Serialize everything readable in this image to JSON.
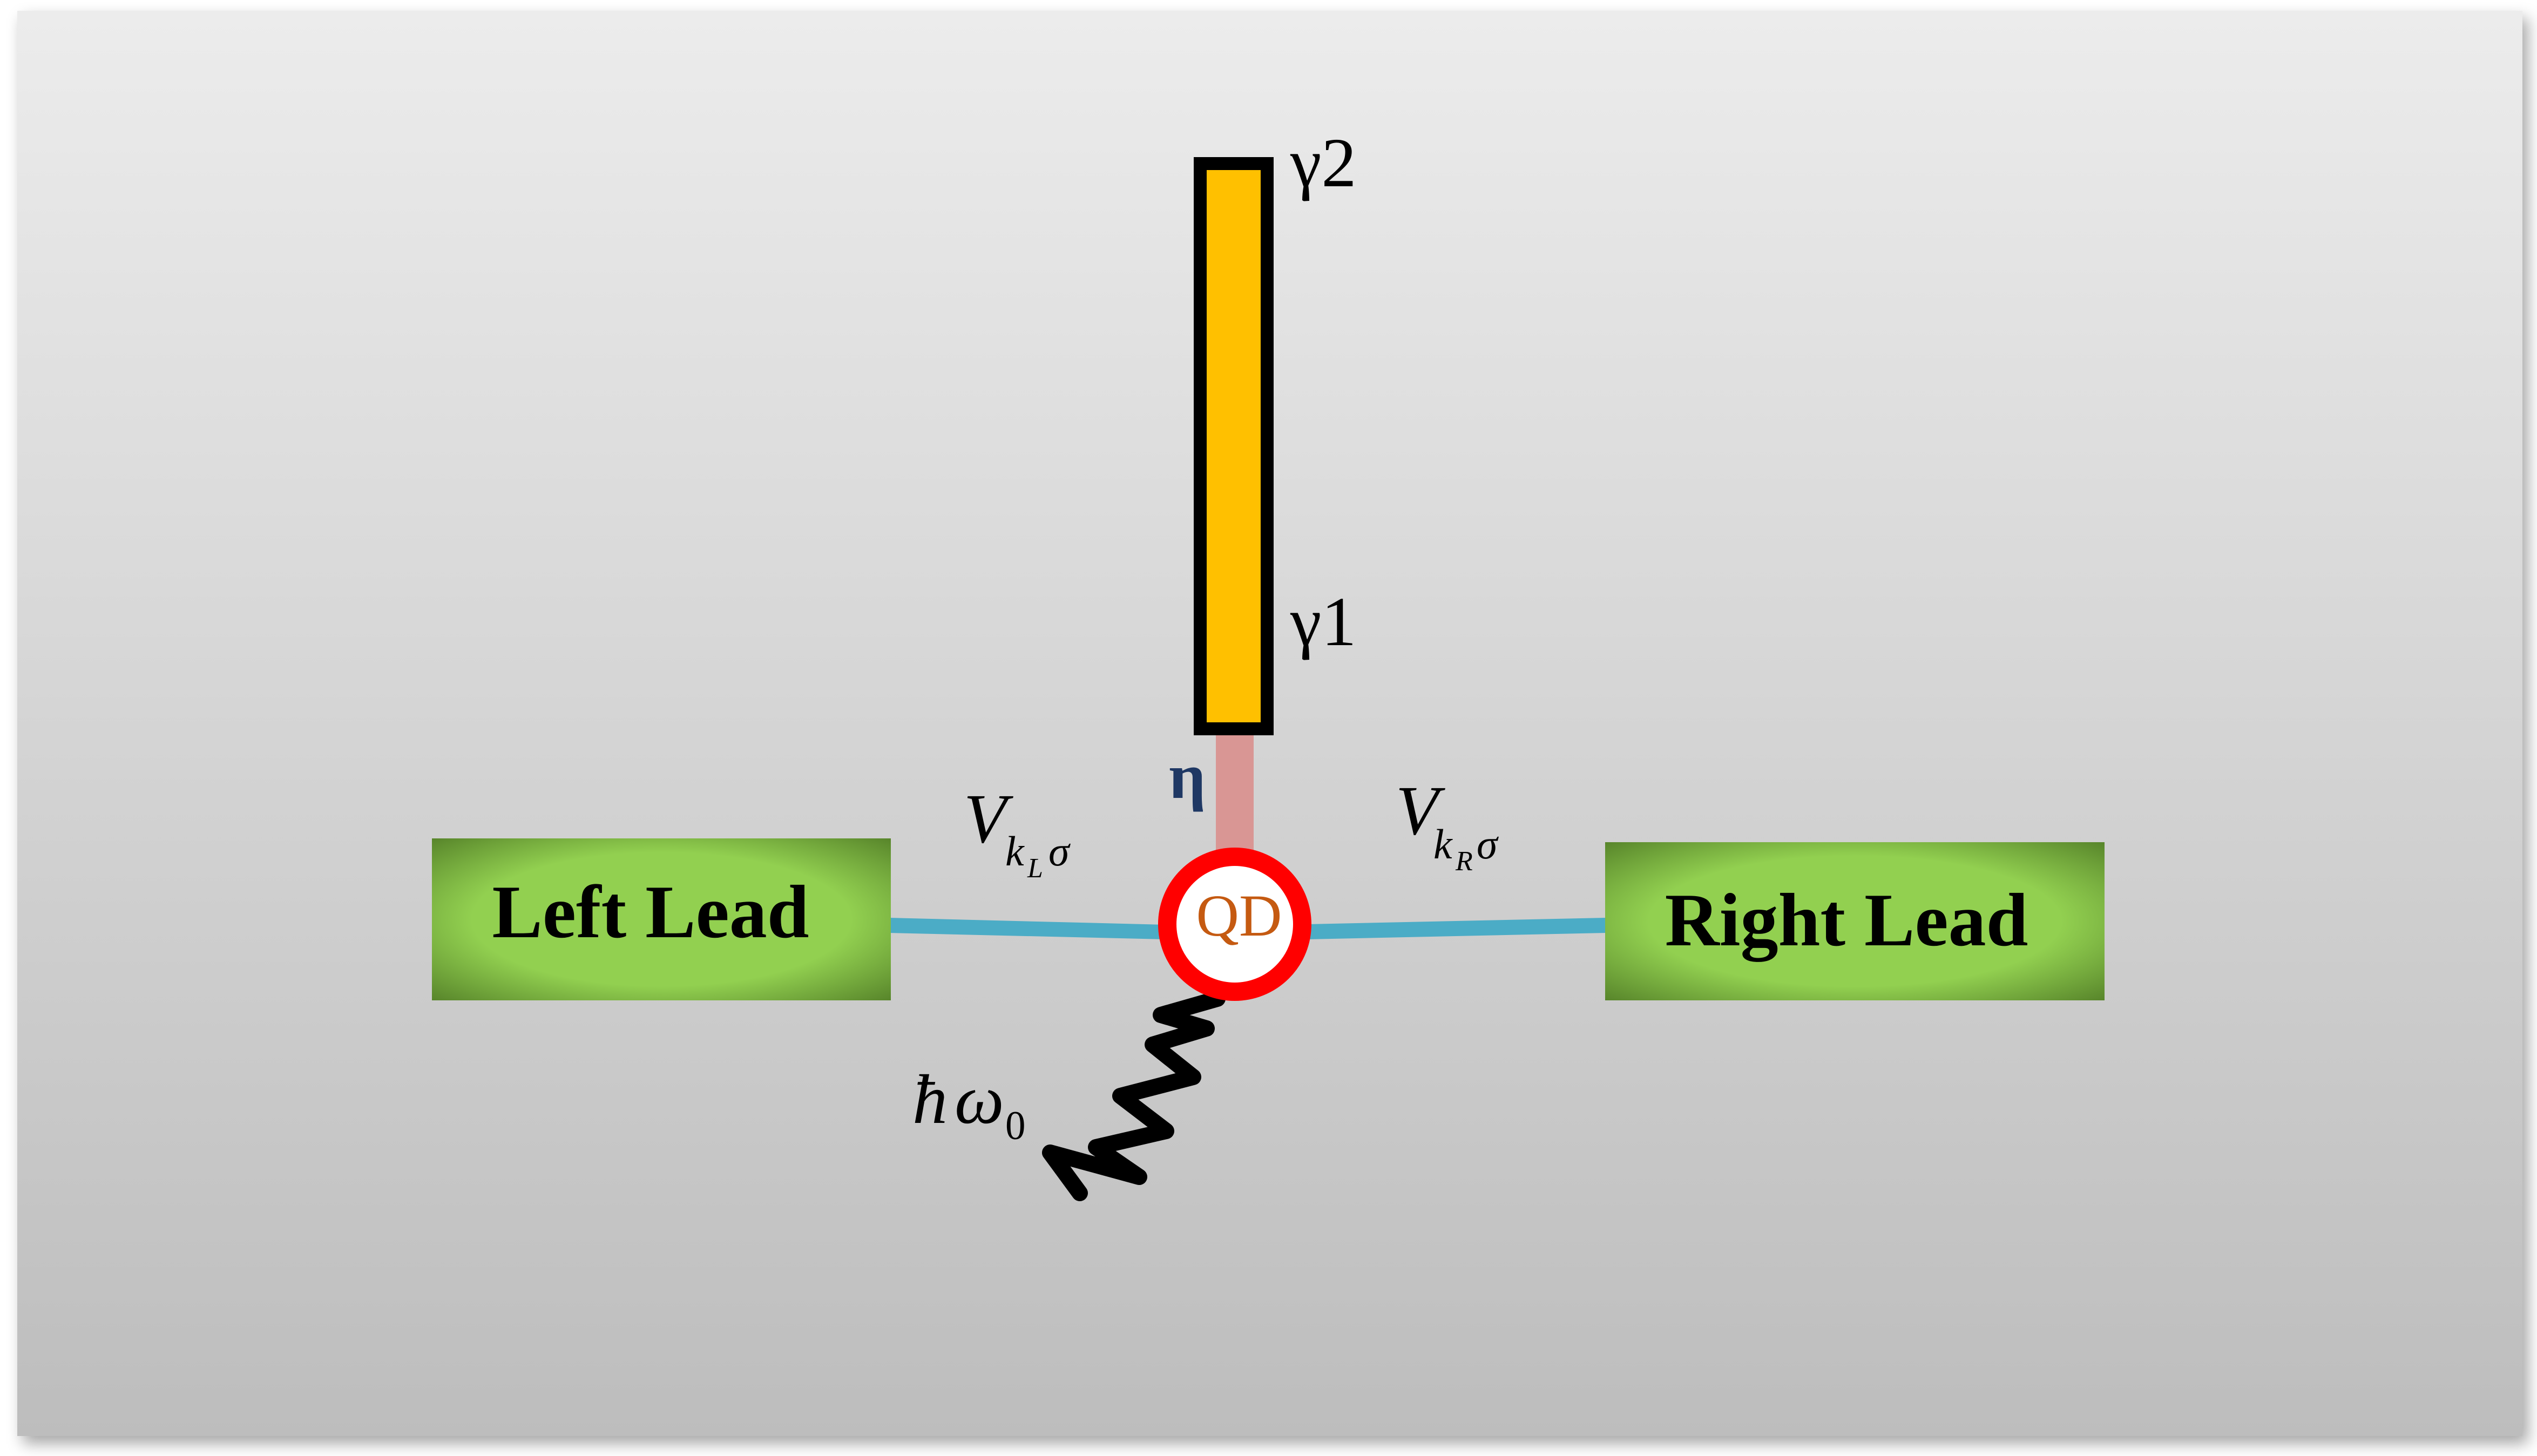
{
  "diagram": {
    "left_lead": {
      "label": "Left Lead",
      "fill": "#92d050"
    },
    "right_lead": {
      "label": "Right Lead",
      "fill": "#92d050"
    },
    "quantum_dot": {
      "label": "QD",
      "ring_color": "#ff0000",
      "label_color": "#c55a11"
    },
    "nanowire": {
      "fill": "#ffc000",
      "top_label": "γ2",
      "bottom_label": "γ1"
    },
    "couplings": {
      "left": {
        "main": "V",
        "sub_k": "k",
        "sub_lead": "L",
        "sub_spin": "σ"
      },
      "right": {
        "main": "V",
        "sub_k": "k",
        "sub_lead": "R",
        "sub_spin": "σ"
      },
      "majorana": {
        "label": "η",
        "color": "#1f3864",
        "link_color": "#d99694"
      }
    },
    "phonon": {
      "hbar": "ħ",
      "omega": "ω",
      "sub": "0"
    },
    "lead_link_color": "#4bacc6"
  }
}
